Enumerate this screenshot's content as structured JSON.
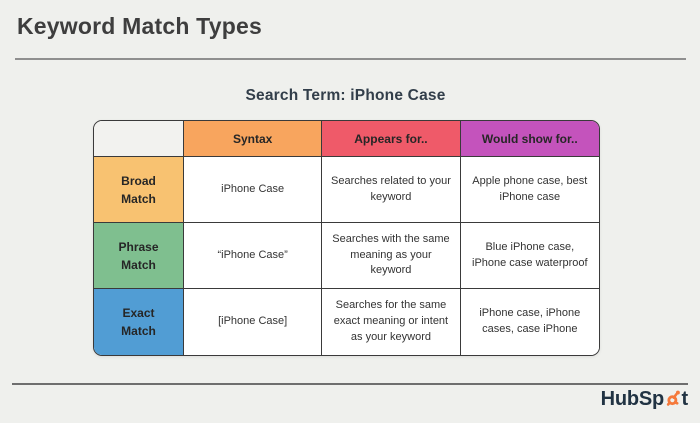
{
  "page": {
    "title": "Keyword Match Types",
    "subtitle": "Search Term: iPhone Case"
  },
  "table": {
    "column_headers": [
      "",
      "Syntax",
      "Appears for..",
      "Would show for.."
    ],
    "header_colors": [
      "#f2f2ef",
      "#f8a55e",
      "#ef5a69",
      "#c453bc"
    ],
    "rows": [
      {
        "label": "Broad Match",
        "label_color": "#f8c271",
        "syntax": "iPhone Case",
        "appears_for": "Searches related to your keyword",
        "would_show_for": "Apple phone case, best iPhone case"
      },
      {
        "label": "Phrase Match",
        "label_color": "#7fbf8f",
        "syntax": "“iPhone Case”",
        "appears_for": "Searches with the same meaning as your keyword",
        "would_show_for": "Blue iPhone case, iPhone case waterproof"
      },
      {
        "label": "Exact Match",
        "label_color": "#519dd4",
        "syntax": "[iPhone Case]",
        "appears_for": "Searches for the same exact meaning or intent as your keyword",
        "would_show_for": "iPhone case, iPhone cases, case iPhone"
      }
    ]
  },
  "footer": {
    "brand_text_start": "HubSp",
    "brand_text_end": "t",
    "brand_color": "#213343",
    "accent_color": "#f5793b"
  }
}
